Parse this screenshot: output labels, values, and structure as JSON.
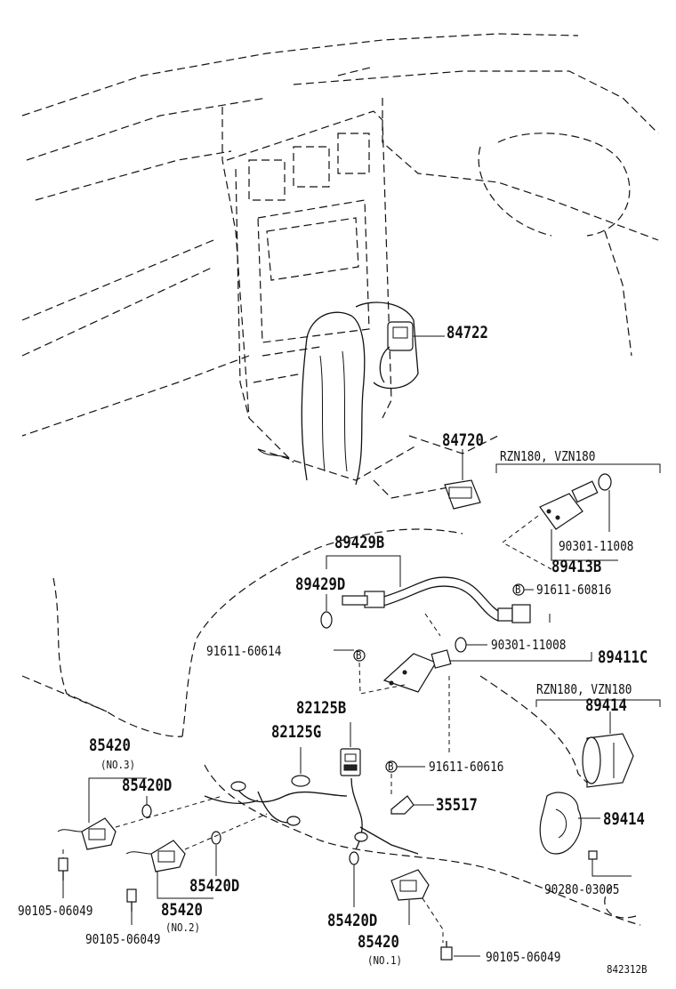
{
  "diagram_id": "842312B",
  "groups": {
    "rzn_a": "RZN180, VZN180",
    "rzn_b": "RZN180, VZN180"
  },
  "parts": {
    "p84722": "84722",
    "p84720": "84720",
    "p90301_a": "90301-11008",
    "p89413B": "89413B",
    "p91611_60816": "91611-60816",
    "p89429B": "89429B",
    "p89429D": "89429D",
    "p91611_60614": "91611-60614",
    "p90301_b": "90301-11008",
    "p89411C": "89411C",
    "p82125B": "82125B",
    "p82125G": "82125G",
    "p89414_a": "89414",
    "p89414_b": "89414",
    "p91611_60616": "91611-60616",
    "p35517": "35517",
    "p85420_3": "85420",
    "no3": "(NO.3)",
    "p85420D_a": "85420D",
    "p85420D_b": "85420D",
    "p85420_2": "85420",
    "no2": "(NO.2)",
    "p85420D_c": "85420D",
    "p85420_1": "85420",
    "no1": "(NO.1)",
    "p90105_a": "90105-06049",
    "p90105_b": "90105-06049",
    "p90105_c": "90105-06049",
    "p90280": "90280-03005",
    "bolt_marker": "B"
  }
}
